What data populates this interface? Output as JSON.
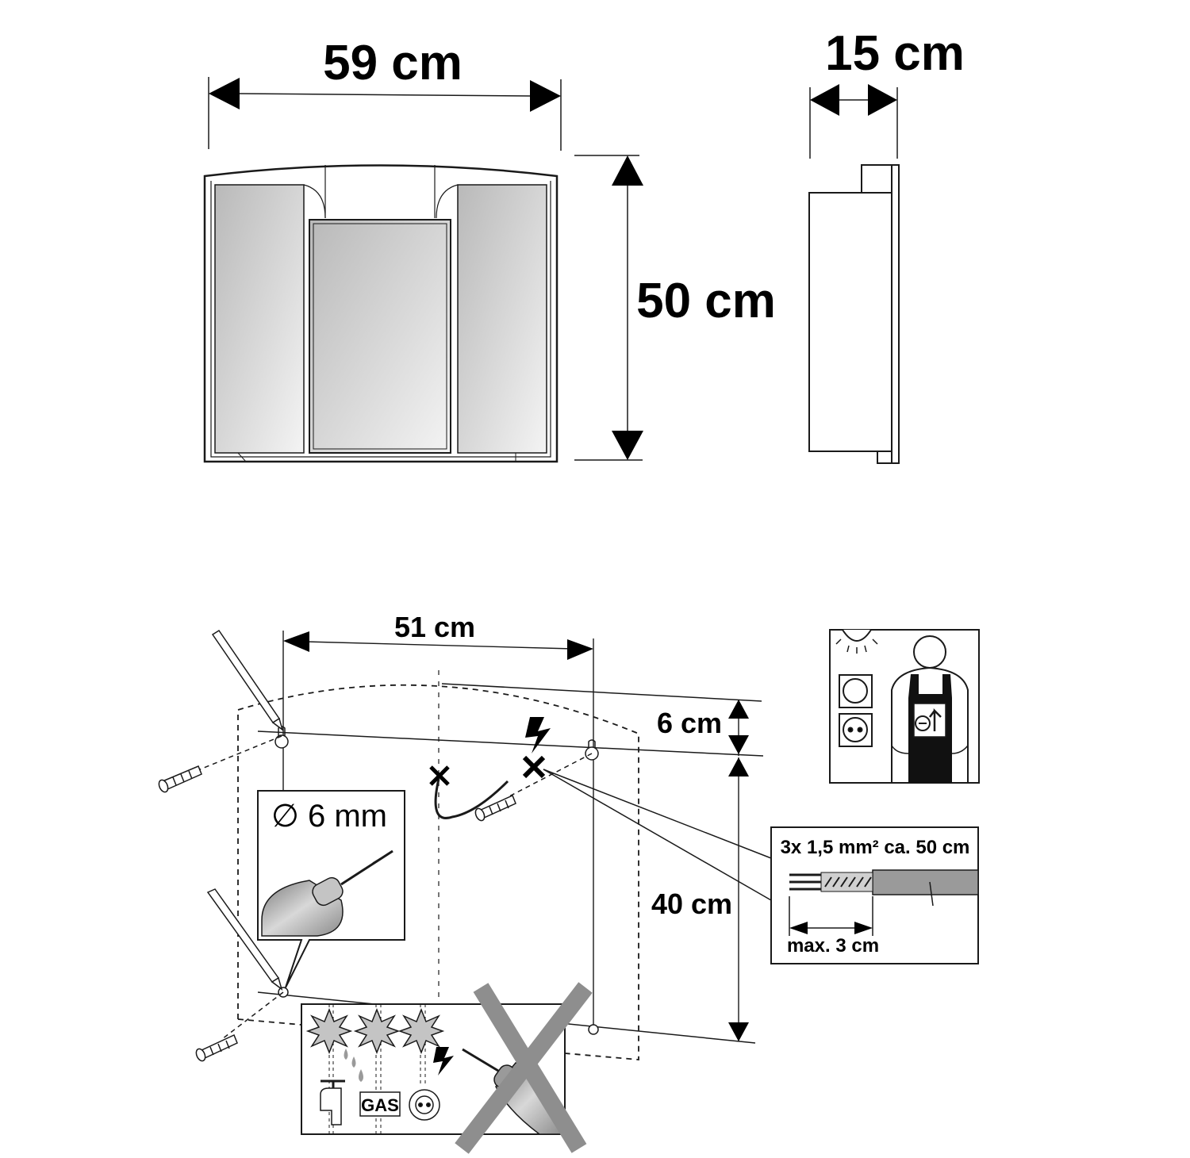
{
  "dimensions": {
    "width": "59 cm",
    "depth": "15 cm",
    "height": "50 cm",
    "hole_spacing": "51 cm",
    "top_offset": "6 cm",
    "vertical_spacing": "40 cm"
  },
  "drill": {
    "diameter_label": "∅ 6 mm"
  },
  "cable": {
    "spec": "3x 1,5 mm² ca. 50 cm",
    "strip_length": "max. 3 cm"
  },
  "warning": {
    "gas_label": "GAS"
  },
  "colors": {
    "line": "#1a1a1a",
    "mirror_gray": "#c9c9c9",
    "cable_gray": "#9a9a9a"
  }
}
